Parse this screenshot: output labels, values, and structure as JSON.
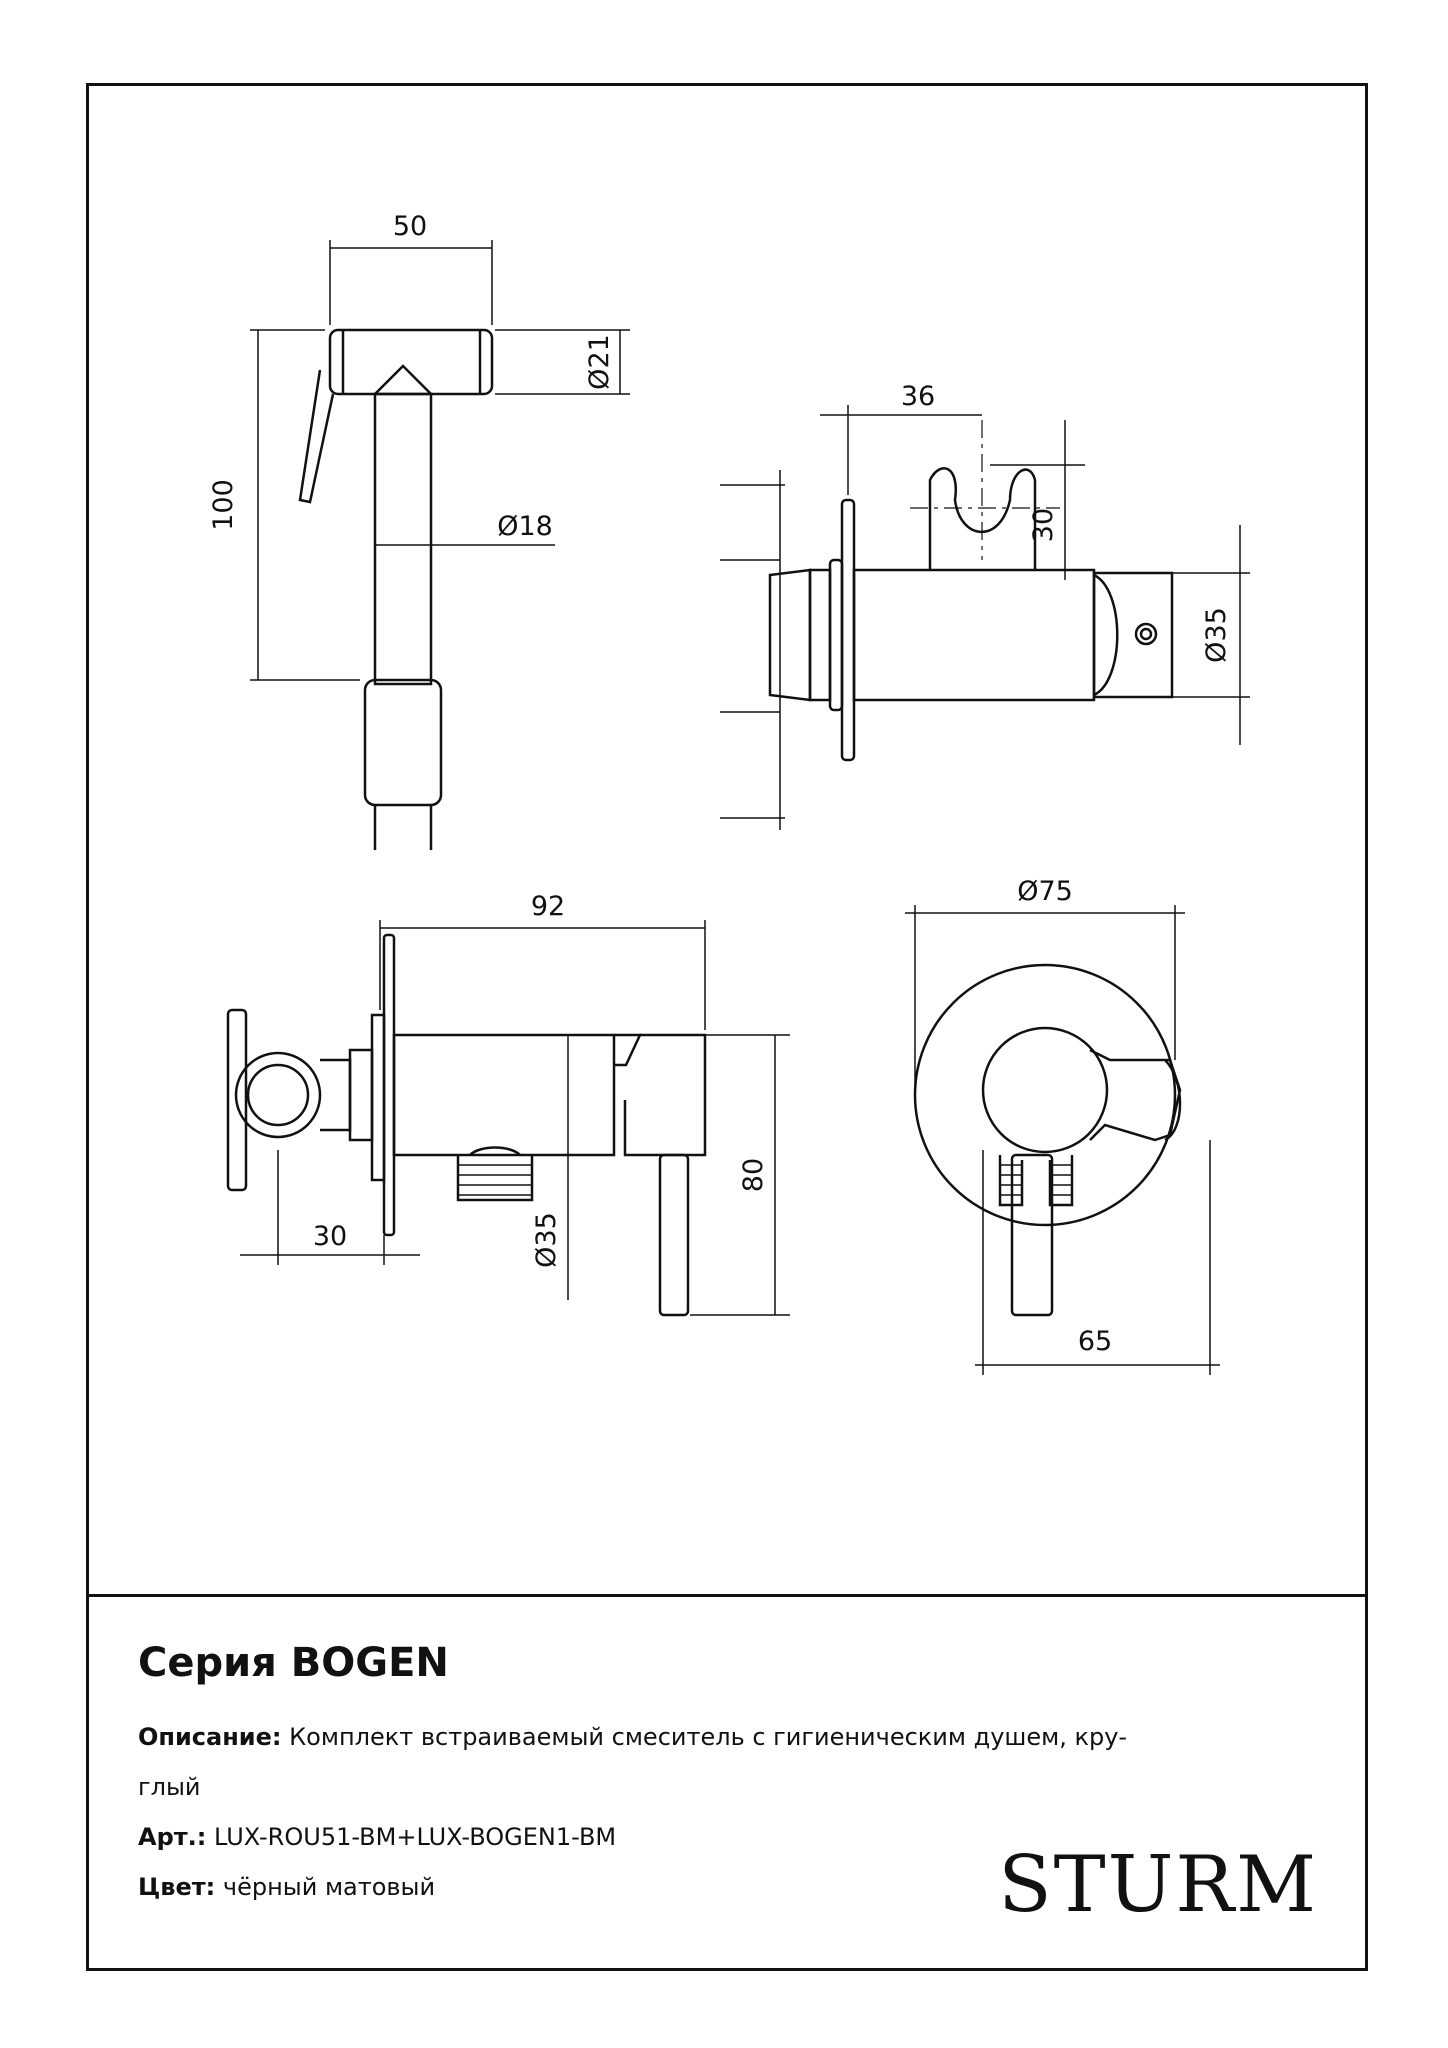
{
  "drawing": {
    "dims": {
      "d50": "50",
      "d21": "Ø21",
      "d100": "100",
      "d18": "Ø18",
      "d36": "36",
      "d30a": "30",
      "d35a": "Ø35",
      "d92": "92",
      "d75": "Ø75",
      "d80": "80",
      "d35b": "Ø35",
      "d30b": "30",
      "d65": "65"
    }
  },
  "info": {
    "series": "Серия BOGEN",
    "description_label": "Описание:",
    "description_line1": "Комплект встраиваемый смеситель с гигиеническим душем, кру-",
    "description_line2": "глый",
    "art_label": "Арт.:",
    "art_value": "LUX-ROU51-BM+LUX-BOGEN1-BM",
    "color_label": "Цвет:",
    "color_value": "чёрный матовый"
  },
  "brand": "STURM"
}
